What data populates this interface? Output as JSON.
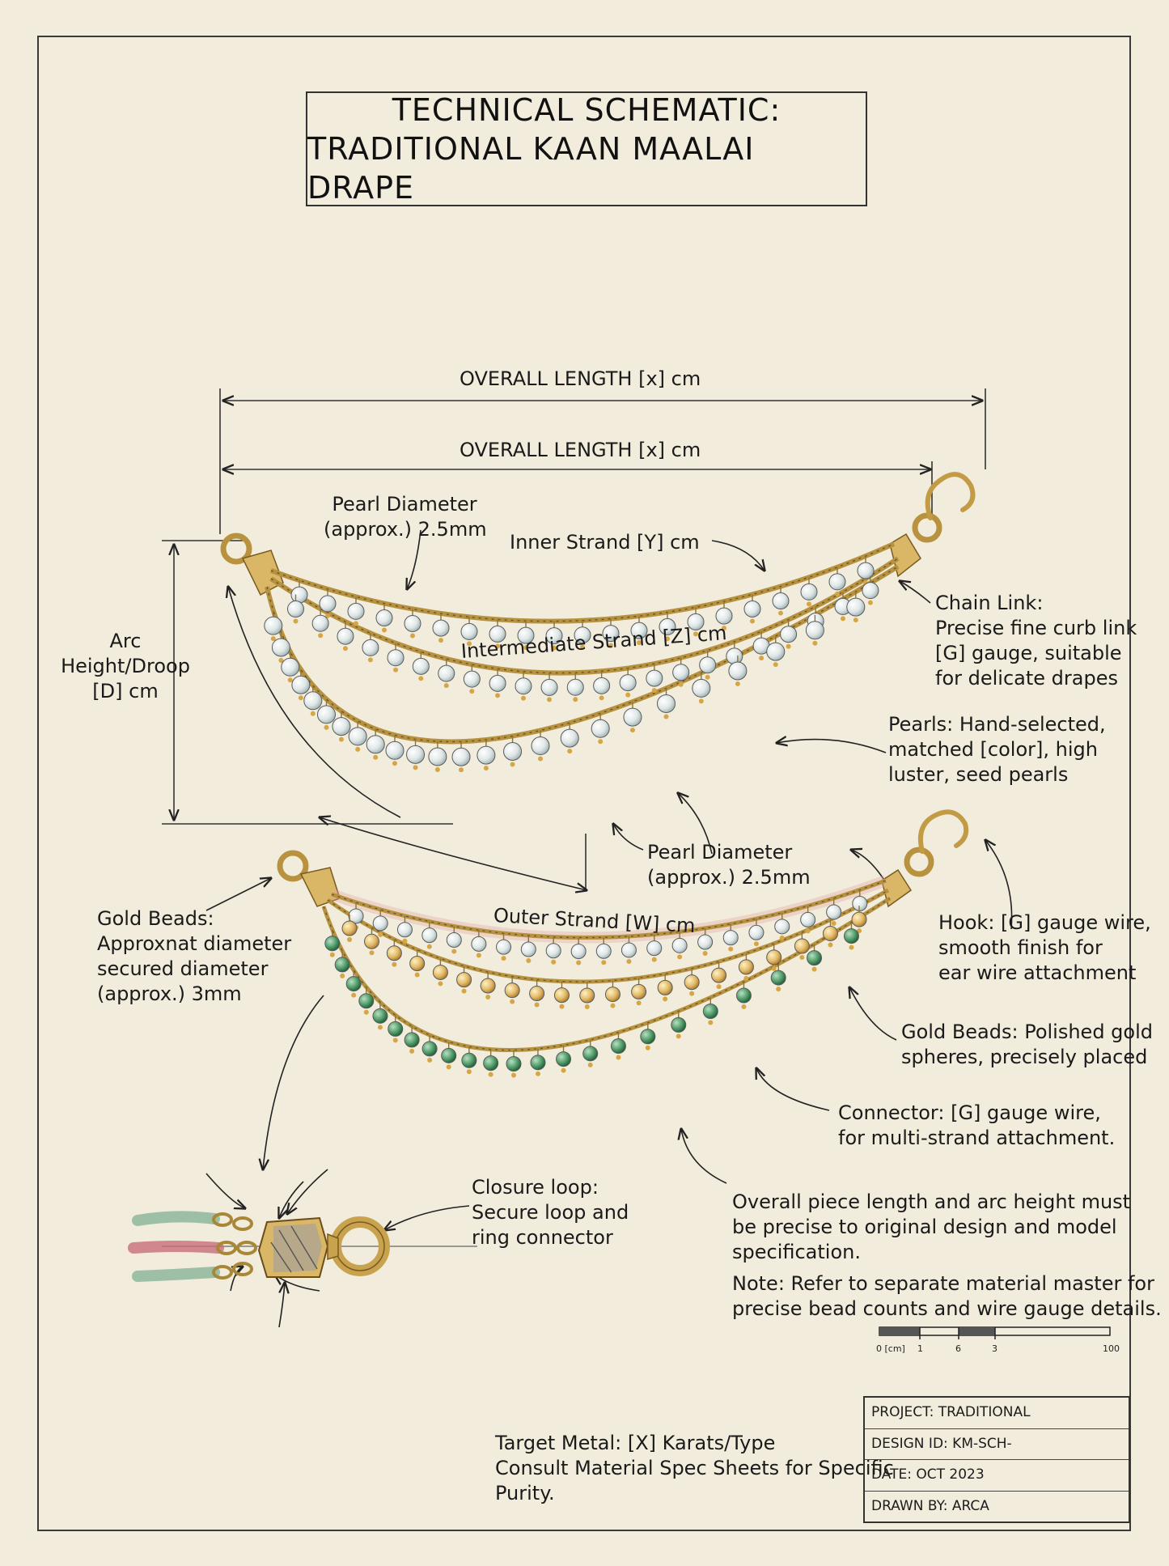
{
  "title": {
    "line1": "TECHNICAL SCHEMATIC:",
    "line2": "TRADITIONAL KAAN MAALAI DRAPE"
  },
  "dimensions": {
    "overall_length_outer": "OVERALL LENGTH [x] cm",
    "overall_length_inner": "OVERALL LENGTH [x] cm",
    "arc_height": [
      "Arc",
      "Height/Droop",
      "[D] cm"
    ]
  },
  "upper_drape": {
    "pearl_diameter_top": [
      "Pearl Diameter",
      "(approx.) 2.5mm"
    ],
    "inner_strand": "Inner Strand [Y] cm",
    "intermediate_strand": "Intermediate Strand [Z] cm",
    "chain_link": [
      "Chain Link:",
      "Precise fine curb link",
      "[G] gauge, suitable",
      "for delicate drapes"
    ],
    "pearls": [
      "Pearls: Hand-selected,",
      "matched [color], high",
      "luster, seed pearls"
    ],
    "pearl_diameter_bottom": [
      "Pearl Diameter",
      "(approx.) 2.5mm"
    ]
  },
  "lower_drape": {
    "outer_strand": "Outer Strand [W] cm",
    "gold_beads_left": [
      "Gold Beads:",
      "Approxnat diameter",
      "secured diameter",
      "(approx.) 3mm"
    ],
    "hook": [
      "Hook: [G] gauge wire,",
      "smooth finish for",
      "ear wire attachment"
    ],
    "gold_beads_right": [
      "Gold Beads: Polished gold",
      "spheres, precisely placed"
    ],
    "connector": [
      "Connector: [G] gauge wire,",
      "for multi-strand attachment."
    ]
  },
  "closure": {
    "label": [
      "Closure loop:",
      "Secure loop and",
      "ring connector"
    ]
  },
  "notes": {
    "precision": [
      "Overall piece length and arc height must",
      "be precise to original design and model",
      "specification."
    ],
    "material": [
      "Note: Refer to separate material master for",
      "precise bead counts and wire gauge details."
    ]
  },
  "metal": [
    "Target Metal: [X] Karats/Type",
    "Consult Material Spec Sheets for Specific",
    "Purity."
  ],
  "scale_bar": {
    "labels": [
      "0 [cm]",
      "1",
      "6",
      "3",
      "100"
    ]
  },
  "title_block": {
    "project": "PROJECT: TRADITIONAL",
    "design_id": "DESIGN ID: KM-SCH-",
    "date": "DATE: OCT 2023",
    "drawn_by": "DRAWN BY: ARCA"
  },
  "colors": {
    "paper": "#f1ecdc",
    "ink": "#1c1c1c",
    "gold": "#d2ad5c",
    "pearl": "#dfe6e6",
    "green_bead": "#4f9a68",
    "gold_bead": "#e2b968",
    "pink_tint": "#e3a6a0"
  }
}
